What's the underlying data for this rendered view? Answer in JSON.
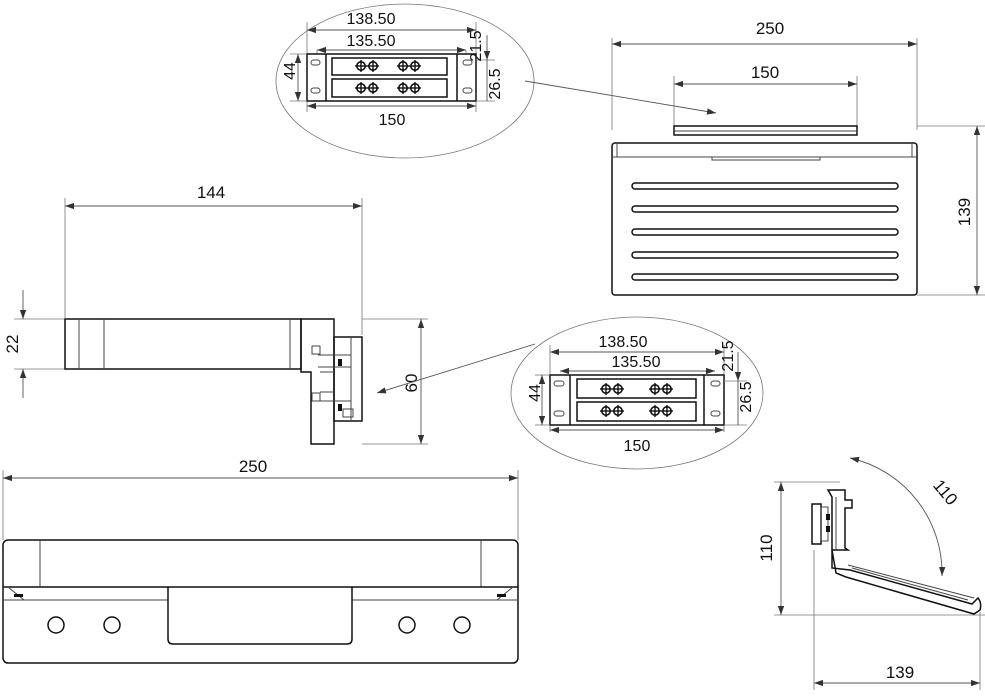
{
  "dims": {
    "front_width": "250",
    "front_slot_width": "150",
    "front_height": "139",
    "side_length": "144",
    "side_thickness": "22",
    "side_height": "60",
    "bottom_width": "250",
    "tilt_height": "110",
    "tilt_depth": "139",
    "tilt_angle": "110"
  },
  "plate_top": {
    "outer": "138.50",
    "inner": "135.50",
    "height": "44",
    "offset_a": "21.5",
    "offset_b": "26.5",
    "width": "150"
  },
  "plate_mid": {
    "outer": "138.50",
    "inner": "135.50",
    "height": "44",
    "offset_a": "21.5",
    "offset_b": "26.5",
    "width": "150"
  }
}
